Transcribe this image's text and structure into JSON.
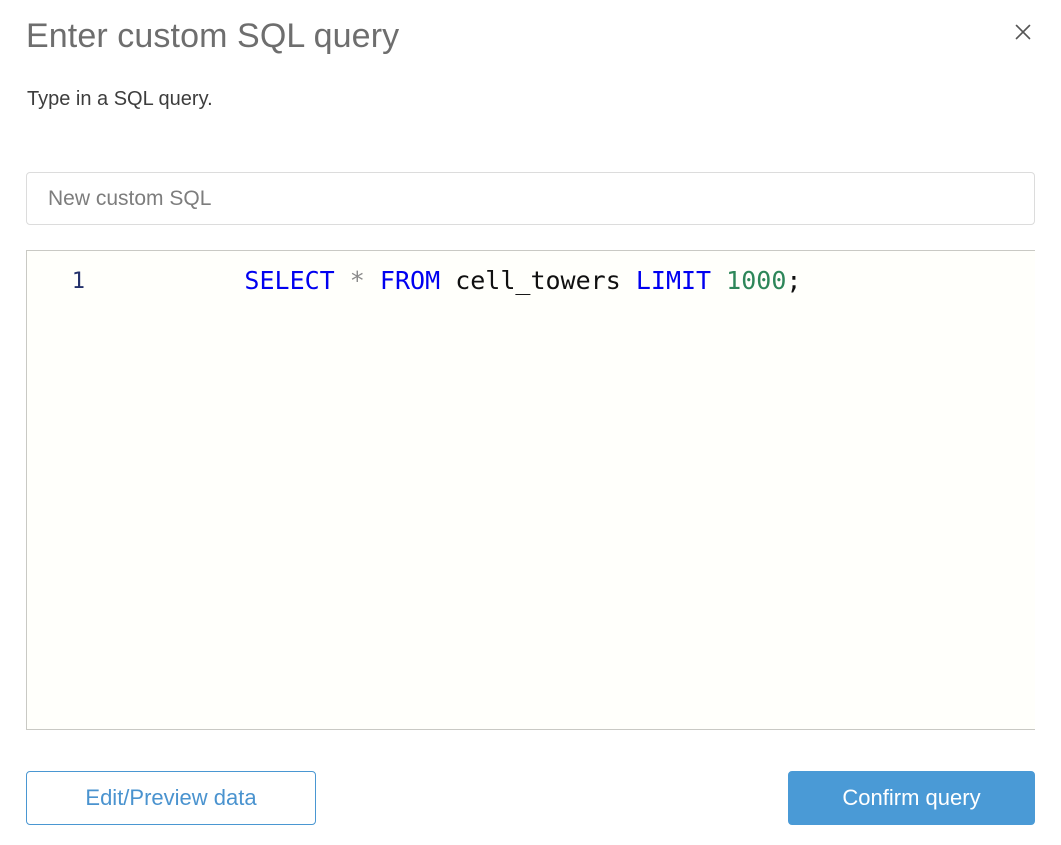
{
  "dialog": {
    "title": "Enter custom SQL query",
    "subtitle": "Type in a SQL query.",
    "close_icon": "close-icon"
  },
  "name_field": {
    "value": "",
    "placeholder": "New custom SQL"
  },
  "editor": {
    "line_number": "1",
    "query": "SELECT * FROM cell_towers LIMIT 1000;",
    "tokens": [
      {
        "text": "SELECT",
        "type": "keyword"
      },
      {
        "text": " ",
        "type": "plain"
      },
      {
        "text": "*",
        "type": "operator"
      },
      {
        "text": " ",
        "type": "plain"
      },
      {
        "text": "FROM",
        "type": "keyword"
      },
      {
        "text": " ",
        "type": "plain"
      },
      {
        "text": "cell_towers",
        "type": "identifier"
      },
      {
        "text": " ",
        "type": "plain"
      },
      {
        "text": "LIMIT",
        "type": "keyword"
      },
      {
        "text": " ",
        "type": "plain"
      },
      {
        "text": "1000",
        "type": "number"
      },
      {
        "text": ";",
        "type": "punct"
      }
    ]
  },
  "footer": {
    "secondary_label": "Edit/Preview data",
    "primary_label": "Confirm query"
  },
  "colors": {
    "accent": "#4a9ad6",
    "accent_border": "#4a97d2",
    "keyword": "#0000f0",
    "number": "#2d8659",
    "operator": "#8a8a8a",
    "gutter": "#23316b",
    "title": "#6e6e6e",
    "subtitle": "#3d3d3d"
  }
}
